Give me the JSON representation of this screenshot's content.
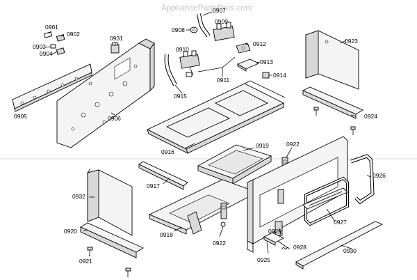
{
  "watermark": "AppliancePartsPros.com",
  "labels": {
    "p0901": "0901",
    "p0902": "0902",
    "p0903": "0903",
    "p0904": "0904",
    "p0905": "0905",
    "p0906": "0906",
    "p0907": "0907",
    "p0908": "0908",
    "p0909": "0909",
    "p0910": "0910",
    "p0911": "0911",
    "p0912": "0912",
    "p0913": "0913",
    "p0914": "0914",
    "p0915": "0915",
    "p0916": "0916",
    "p0917": "0917",
    "p0918": "0918",
    "p0919": "0919",
    "p0920": "0920",
    "p0921": "0921",
    "p0922a": "0922",
    "p0922b": "0922",
    "p0923": "0923",
    "p0924": "0924",
    "p0925": "0925",
    "p0926": "0926",
    "p0927": "0927",
    "p0928": "0928",
    "p0929": "0929",
    "p0930": "0930",
    "p0931": "0931",
    "p0932": "0932"
  }
}
